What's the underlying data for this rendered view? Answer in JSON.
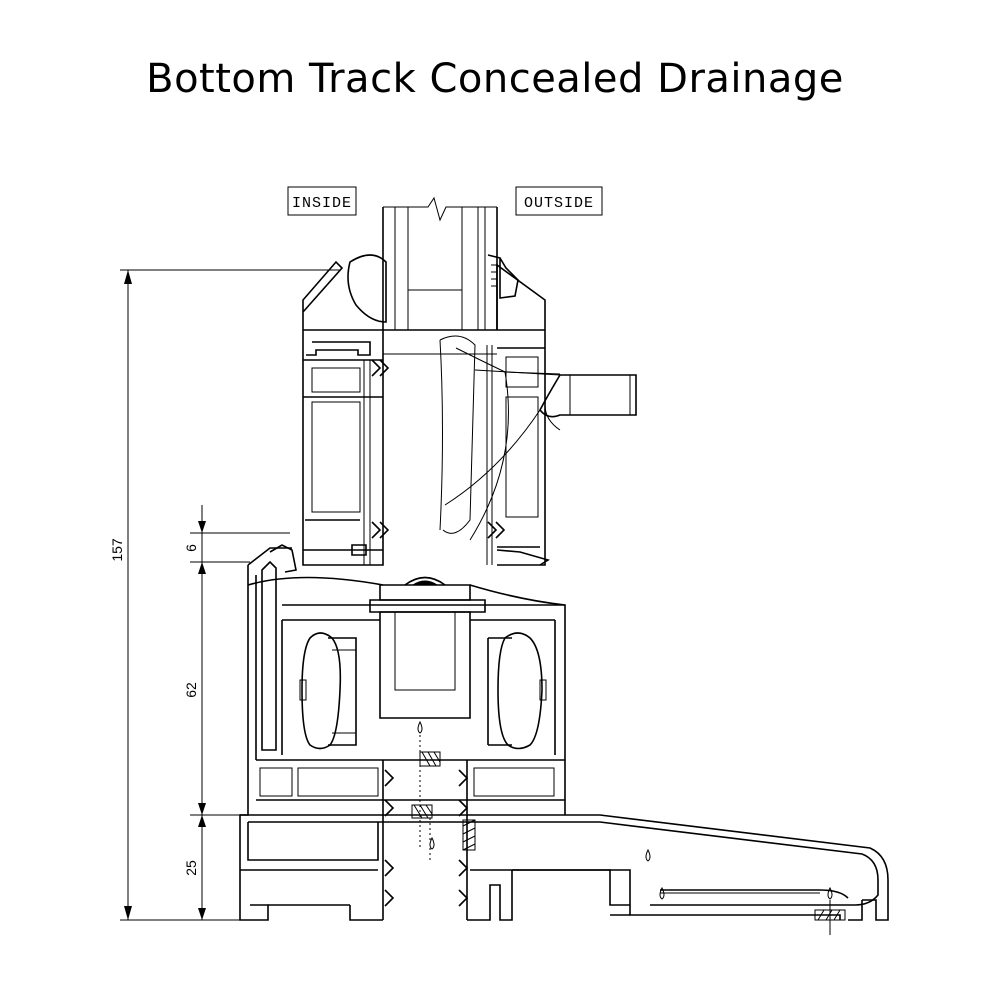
{
  "title": "Bottom Track Concealed Drainage",
  "labels": {
    "inside": "INSIDE",
    "outside": "OUTSIDE"
  },
  "dimensions": {
    "total": "157",
    "gap": "6",
    "track": "62",
    "base": "25"
  },
  "colors": {
    "line": "#000000",
    "background": "#ffffff"
  }
}
